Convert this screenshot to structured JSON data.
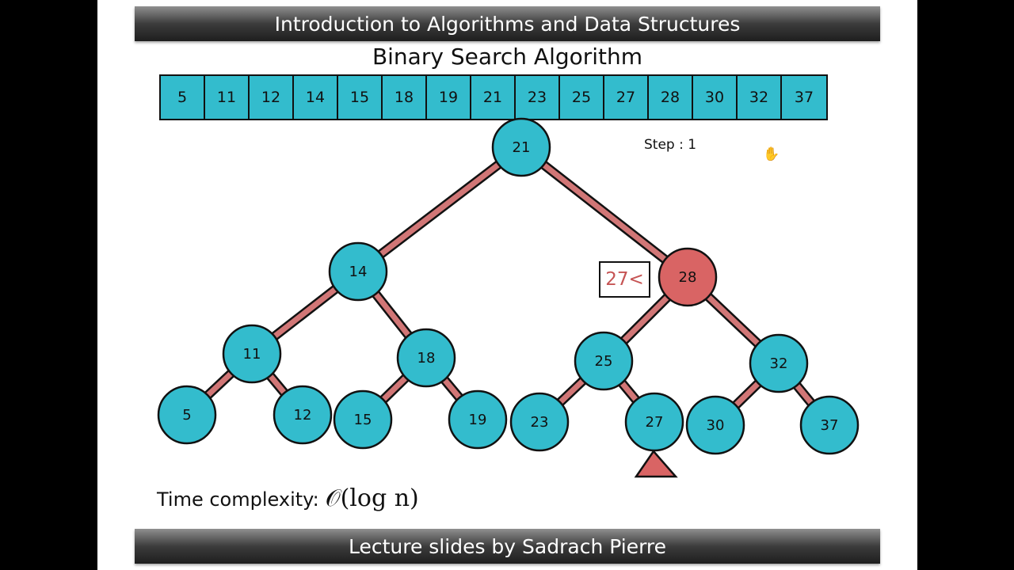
{
  "header": {
    "course_title": "Introduction to Algorithms and Data Structures"
  },
  "footer": {
    "credit": "Lecture slides by Sadrach Pierre"
  },
  "slide": {
    "title": "Binary Search Algorithm",
    "step_label": "Step : 1",
    "comparison_label": "27<",
    "complexity_label": "Time complexity:",
    "complexity_formula": "𝒪(log n)"
  },
  "array": [
    "5",
    "11",
    "12",
    "14",
    "15",
    "18",
    "19",
    "21",
    "23",
    "25",
    "27",
    "28",
    "30",
    "32",
    "37"
  ],
  "tree": {
    "nodes": [
      {
        "id": "n21",
        "label": "21",
        "state": "normal"
      },
      {
        "id": "n14",
        "label": "14",
        "state": "normal"
      },
      {
        "id": "n28",
        "label": "28",
        "state": "highlighted"
      },
      {
        "id": "n11",
        "label": "11",
        "state": "normal"
      },
      {
        "id": "n18",
        "label": "18",
        "state": "normal"
      },
      {
        "id": "n25",
        "label": "25",
        "state": "normal"
      },
      {
        "id": "n32",
        "label": "32",
        "state": "normal"
      },
      {
        "id": "n5",
        "label": "5",
        "state": "normal"
      },
      {
        "id": "n12",
        "label": "12",
        "state": "normal"
      },
      {
        "id": "n15",
        "label": "15",
        "state": "normal"
      },
      {
        "id": "n19",
        "label": "19",
        "state": "normal"
      },
      {
        "id": "n23",
        "label": "23",
        "state": "normal"
      },
      {
        "id": "n27",
        "label": "27",
        "state": "target"
      },
      {
        "id": "n30",
        "label": "30",
        "state": "normal"
      },
      {
        "id": "n37",
        "label": "37",
        "state": "normal"
      }
    ],
    "edges": [
      [
        "n21",
        "n14"
      ],
      [
        "n21",
        "n28"
      ],
      [
        "n14",
        "n11"
      ],
      [
        "n14",
        "n18"
      ],
      [
        "n28",
        "n25"
      ],
      [
        "n28",
        "n32"
      ],
      [
        "n11",
        "n5"
      ],
      [
        "n11",
        "n12"
      ],
      [
        "n18",
        "n15"
      ],
      [
        "n18",
        "n19"
      ],
      [
        "n25",
        "n23"
      ],
      [
        "n25",
        "n27"
      ],
      [
        "n32",
        "n30"
      ],
      [
        "n32",
        "n37"
      ]
    ]
  },
  "colors": {
    "node_fill": "#33bccd",
    "highlight_fill": "#d96464",
    "edge_fill": "#d17676",
    "pointer_fill": "#d96464"
  },
  "icons": {
    "cursor": "hand-cursor-icon"
  }
}
